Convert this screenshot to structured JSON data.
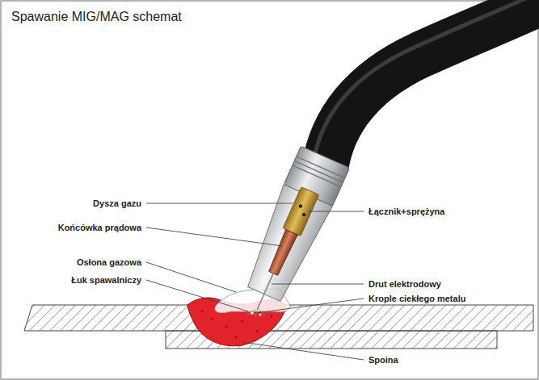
{
  "diagram": {
    "title": "Spawanie MIG/MAG schemat",
    "labels": [
      "Dysza gazu",
      "Łącznik+sprężyna",
      "Końcówka prądowa",
      "Osłona gazowa",
      "Łuk spawalniczy",
      "Drut elektrodowy",
      "Krople ciekłego metalu",
      "Spoina"
    ]
  }
}
